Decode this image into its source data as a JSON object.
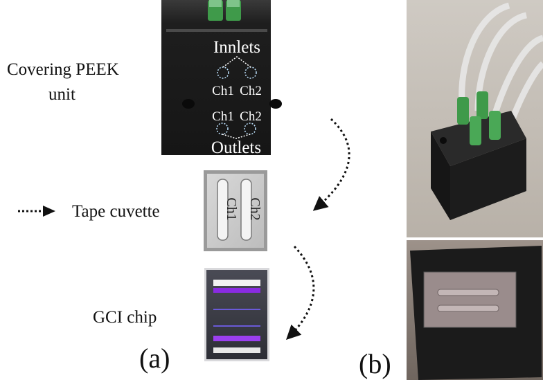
{
  "labels": {
    "peek_line1": "Covering PEEK",
    "peek_line2": "unit",
    "tape": "Tape cuvette",
    "gci": "GCI chip",
    "panel_a": "(a)",
    "panel_b": "(b)"
  },
  "peek_photo": {
    "inlets": "Innlets",
    "outlets": "Outlets",
    "ch1": "Ch1",
    "ch2": "Ch2"
  },
  "cuvette": {
    "ch1": "Ch1",
    "ch2": "Ch2"
  },
  "colors": {
    "peek_block": "#1c1c1c",
    "fitting_green": "#3f9a4a",
    "chip_purple": "#8a2be2",
    "photo_bg_top": "#c9c4bd",
    "photo_bg_bottom": "#8a7e76",
    "arrow": "#111111"
  }
}
